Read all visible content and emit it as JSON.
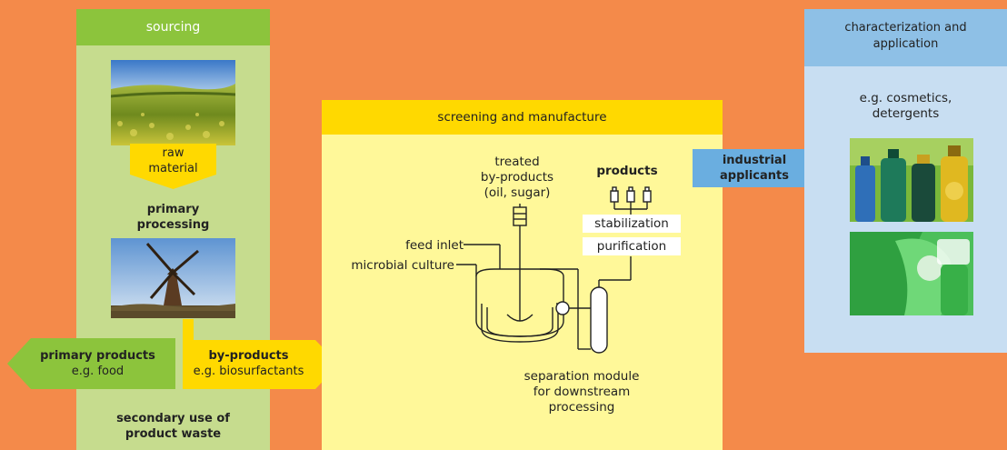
{
  "sourcing": {
    "title": "sourcing",
    "raw_material_line1": "raw",
    "raw_material_line2": "material",
    "primary_processing_line1": "primary",
    "primary_processing_line2": "processing",
    "secondary_line1": "secondary use of",
    "secondary_line2": "product waste"
  },
  "outputs": {
    "primary_products_line1": "primary products",
    "primary_products_line2": "e.g. food",
    "by_products_line1": "by-products",
    "by_products_line2": "e.g. biosurfactants"
  },
  "manufacture": {
    "title": "screening and manufacture",
    "treated_line1": "treated",
    "treated_line2": "by-products",
    "treated_line3": "(oil, sugar)",
    "products": "products",
    "stabilization": "stabilization",
    "purification": "purification",
    "feed_inlet": "feed inlet",
    "microbial_culture": "microbial culture",
    "separation_line1": "separation module",
    "separation_line2": "for downstream",
    "separation_line3": "processing"
  },
  "applicants": {
    "line1": "industrial",
    "line2": "applicants"
  },
  "application": {
    "title_line1": "characterization and",
    "title_line2": "application",
    "examples_line1": "e.g. cosmetics,",
    "examples_line2": "detergents"
  },
  "colors": {
    "background": "#f48a4a",
    "green_dark": "#8cc43c",
    "green_light": "#c6dc8e",
    "yellow_dark": "#ffd900",
    "yellow_light": "#fff899",
    "blue_dark": "#6aaee0",
    "blue_light": "#c8def2"
  }
}
